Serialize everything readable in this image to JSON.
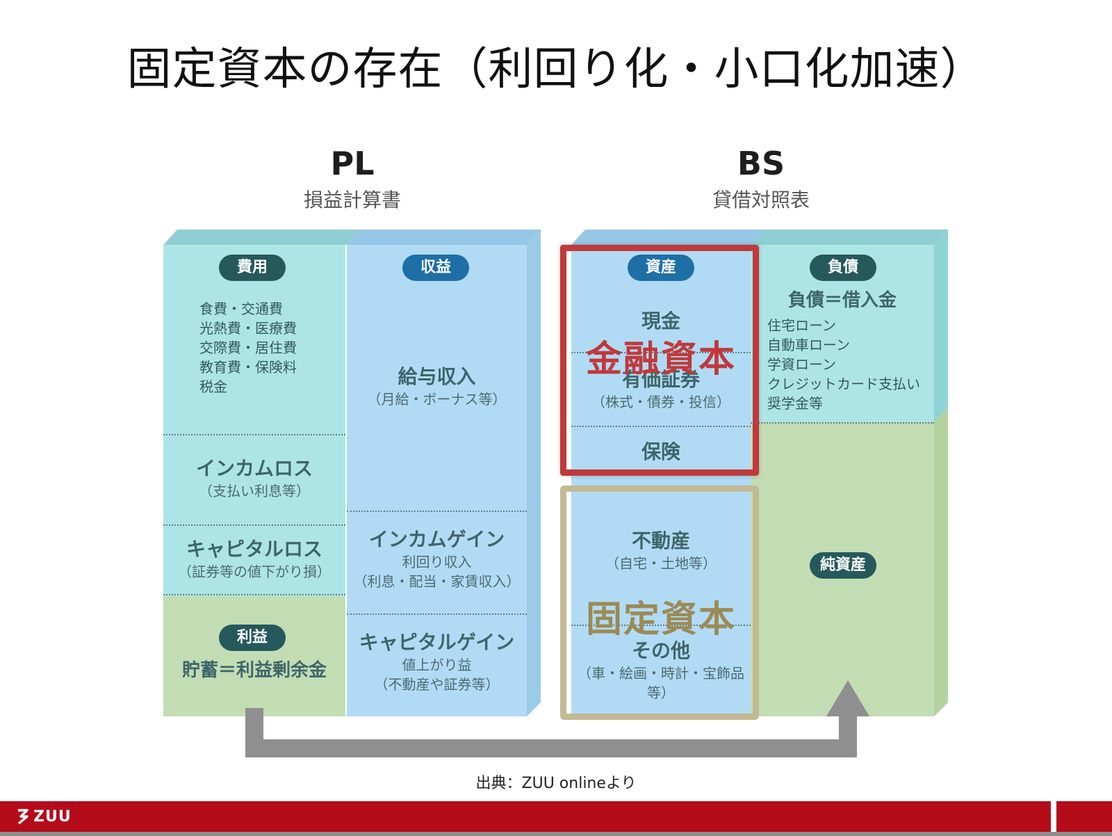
{
  "title": "固定資本の存在（利回り化・小口化加速）",
  "pl": {
    "heading": "PL",
    "subheading": "損益計算書",
    "expense_badge": "費用",
    "expense_items": [
      "食費・交通費",
      "光熱費・医療費",
      "交際費・居住費",
      "教育費・保険料",
      "税金"
    ],
    "income_loss": {
      "main": "インカムロス",
      "sub": "（支払い利息等）"
    },
    "capital_loss": {
      "main": "キャピタルロス",
      "sub": "（証券等の値下がり損）"
    },
    "profit_badge": "利益",
    "profit_text": "貯蓄＝利益剰余金",
    "revenue_badge": "収益",
    "salary": {
      "main": "給与収入",
      "sub": "（月給・ボーナス等）"
    },
    "income_gain": {
      "main": "インカムゲイン",
      "sub1": "利回り収入",
      "sub2": "（利息・配当・家賃収入）"
    },
    "capital_gain": {
      "main": "キャピタルゲイン",
      "sub1": "値上がり益",
      "sub2": "（不動産や証券等）"
    }
  },
  "bs": {
    "heading": "BS",
    "subheading": "貸借対照表",
    "asset_badge": "資産",
    "cash": "現金",
    "securities": {
      "main": "有価証券",
      "sub": "（株式・債券・投信）"
    },
    "insurance": "保険",
    "real_estate": {
      "main": "不動産",
      "sub": "（自宅・土地等）"
    },
    "other": {
      "main": "その他",
      "sub": "（車・絵画・時計・宝飾品等）"
    },
    "liability_badge": "負債",
    "liability_main": "負債＝借入金",
    "liability_items": [
      "住宅ローン",
      "自動車ローン",
      "学資ローン",
      "クレジットカード支払い",
      "奨学金等"
    ],
    "net_assets_badge": "純資産"
  },
  "overlays": {
    "financial_capital": "金融資本",
    "fixed_capital": "固定資本",
    "financial_color": "#c0393b",
    "fixed_color": "#9c8a55"
  },
  "source": "出典：ZUU onlineより",
  "footer": {
    "logo": "ZUU",
    "color": "#b50c1a"
  }
}
